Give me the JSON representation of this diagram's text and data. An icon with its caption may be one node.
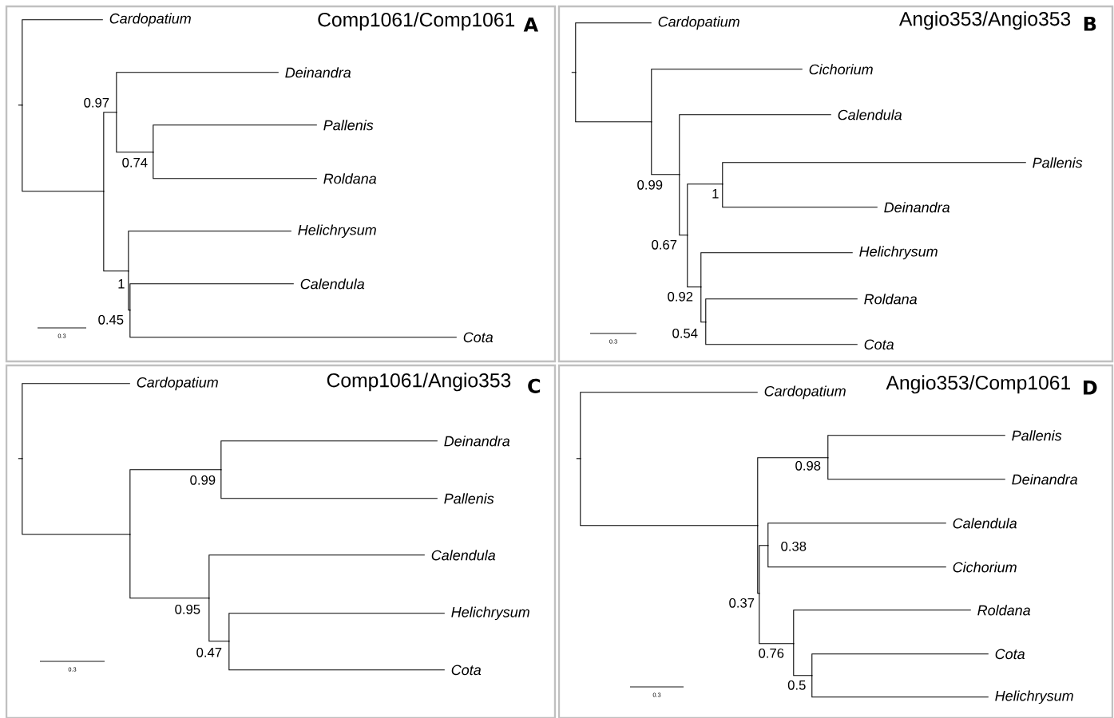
{
  "diagram": {
    "nodes": [
      {
        "text": [
          "Comp1061/Comp1061",
          "A"
        ]
      },
      {
        "text": [],
        "shape": "point",
        "in": 0
      },
      {
        "text": [
          "Cardopatium"
        ],
        "in": 0
      },
      {
        "text": [],
        "shape": "point",
        "in": 0
      },
      {
        "text": [],
        "shape": "point",
        "in": 0,
        "beside": [
          "0.97"
        ]
      },
      {
        "text": [
          "Deinandra"
        ],
        "in": 0
      },
      {
        "text": [],
        "shape": "point",
        "in": 0,
        "beside": [
          "0.74"
        ]
      },
      {
        "text": [
          "Pallenis"
        ],
        "in": 0
      },
      {
        "text": [
          "Roldana"
        ],
        "in": 0
      },
      {
        "text": [],
        "shape": "point",
        "in": 0,
        "beside": [
          "1"
        ]
      },
      {
        "text": [
          "Helichrysum"
        ],
        "in": 0
      },
      {
        "text": [],
        "shape": "point",
        "in": 0,
        "beside": [
          "0.45"
        ]
      },
      {
        "text": [
          "Calendula"
        ],
        "in": 0
      },
      {
        "text": [
          "Cota"
        ],
        "in": 0
      },
      {
        "text": [
          "Angio353/Angio353",
          "B"
        ]
      },
      {
        "text": [],
        "shape": "point",
        "in": 14
      },
      {
        "text": [
          "Cardopatium"
        ],
        "in": 14
      },
      {
        "text": [],
        "shape": "point",
        "in": 14
      },
      {
        "text": [
          "Cichorium"
        ],
        "in": 14
      },
      {
        "text": [],
        "shape": "point",
        "in": 14,
        "beside": [
          "0.99"
        ]
      },
      {
        "text": [
          "Calendula"
        ],
        "in": 14
      },
      {
        "text": [],
        "shape": "point",
        "in": 14,
        "beside": [
          "0.67"
        ]
      },
      {
        "text": [],
        "shape": "point",
        "in": 14,
        "beside": [
          "1"
        ]
      },
      {
        "text": [
          "Pallenis"
        ],
        "in": 14
      },
      {
        "text": [
          "Deinandra"
        ],
        "in": 14
      },
      {
        "text": [],
        "shape": "point",
        "in": 14,
        "beside": [
          "0.92"
        ]
      },
      {
        "text": [
          "Helichrysum"
        ],
        "in": 14
      },
      {
        "text": [],
        "shape": "point",
        "in": 14,
        "beside": [
          "0.54"
        ]
      },
      {
        "text": [
          "Roldana"
        ],
        "in": 14
      },
      {
        "text": [
          "Cota"
        ],
        "in": 14
      },
      {
        "text": [
          "Comp1061/Angio353",
          "C"
        ]
      },
      {
        "text": [],
        "shape": "point",
        "in": 30
      },
      {
        "text": [
          "Cardopatium"
        ],
        "in": 30
      },
      {
        "text": [],
        "shape": "point",
        "in": 30
      },
      {
        "text": [],
        "shape": "point",
        "in": 30,
        "beside": [
          "0.99"
        ]
      },
      {
        "text": [
          "Deinandra"
        ],
        "in": 30
      },
      {
        "text": [
          "Pallenis"
        ],
        "in": 30
      },
      {
        "text": [],
        "shape": "point",
        "in": 30,
        "beside": [
          "0.95"
        ]
      },
      {
        "text": [
          "Calendula"
        ],
        "in": 30
      },
      {
        "text": [],
        "shape": "point",
        "in": 30,
        "beside": [
          "0.47"
        ]
      },
      {
        "text": [
          "Helichrysum"
        ],
        "in": 30
      },
      {
        "text": [
          "Cota"
        ],
        "in": 30
      },
      {
        "text": [
          "Angio353/Comp1061",
          "D"
        ]
      },
      {
        "text": [],
        "shape": "point",
        "in": 42
      },
      {
        "text": [
          "Cardopatium"
        ],
        "in": 42
      },
      {
        "text": [],
        "shape": "point",
        "in": 42
      },
      {
        "text": [],
        "shape": "point",
        "in": 42,
        "beside": [
          "0.98"
        ]
      },
      {
        "text": [
          "Pallenis"
        ],
        "in": 42
      },
      {
        "text": [
          "Deinandra"
        ],
        "in": 42
      },
      {
        "text": [],
        "shape": "point",
        "in": 42,
        "beside": [
          "0.37"
        ]
      },
      {
        "text": [],
        "shape": "point",
        "in": 42,
        "beside": [
          "0.38"
        ]
      },
      {
        "text": [
          "Calendula"
        ],
        "in": 42
      },
      {
        "text": [
          "Cichorium"
        ],
        "in": 42
      },
      {
        "text": [],
        "shape": "point",
        "in": 42,
        "beside": [
          "0.76"
        ]
      },
      {
        "text": [
          "Roldana"
        ],
        "in": 42
      },
      {
        "text": [],
        "shape": "point",
        "in": 42,
        "beside": [
          "0.5"
        ]
      },
      {
        "text": [
          "Cota"
        ],
        "in": 42
      },
      {
        "text": [
          "Helichrysum"
        ],
        "in": 42
      }
    ],
    "edges": [
      {
        "from": 1,
        "to": 2,
        "arrow": "none"
      },
      {
        "from": 1,
        "to": 3,
        "arrow": "none"
      },
      {
        "from": 3,
        "to": 4,
        "arrow": "none"
      },
      {
        "from": 4,
        "to": 5,
        "arrow": "none"
      },
      {
        "from": 4,
        "to": 6,
        "arrow": "none"
      },
      {
        "from": 6,
        "to": 7,
        "arrow": "none"
      },
      {
        "from": 6,
        "to": 8,
        "arrow": "none"
      },
      {
        "from": 3,
        "to": 9,
        "arrow": "none"
      },
      {
        "from": 9,
        "to": 10,
        "arrow": "none"
      },
      {
        "from": 9,
        "to": 11,
        "arrow": "none"
      },
      {
        "from": 11,
        "to": 12,
        "arrow": "none"
      },
      {
        "from": 11,
        "to": 13,
        "arrow": "none"
      },
      {
        "from": 15,
        "to": 16,
        "arrow": "none"
      },
      {
        "from": 15,
        "to": 17,
        "arrow": "none"
      },
      {
        "from": 17,
        "to": 18,
        "arrow": "none"
      },
      {
        "from": 17,
        "to": 19,
        "arrow": "none"
      },
      {
        "from": 19,
        "to": 20,
        "arrow": "none"
      },
      {
        "from": 19,
        "to": 21,
        "arrow": "none"
      },
      {
        "from": 21,
        "to": 22,
        "arrow": "none"
      },
      {
        "from": 22,
        "to": 23,
        "arrow": "none"
      },
      {
        "from": 22,
        "to": 24,
        "arrow": "none"
      },
      {
        "from": 21,
        "to": 25,
        "arrow": "none"
      },
      {
        "from": 25,
        "to": 26,
        "arrow": "none"
      },
      {
        "from": 25,
        "to": 27,
        "arrow": "none"
      },
      {
        "from": 27,
        "to": 28,
        "arrow": "none"
      },
      {
        "from": 27,
        "to": 29,
        "arrow": "none"
      },
      {
        "from": 31,
        "to": 32,
        "arrow": "none"
      },
      {
        "from": 31,
        "to": 33,
        "arrow": "none"
      },
      {
        "from": 33,
        "to": 34,
        "arrow": "none"
      },
      {
        "from": 34,
        "to": 35,
        "arrow": "none"
      },
      {
        "from": 34,
        "to": 36,
        "arrow": "none"
      },
      {
        "from": 33,
        "to": 37,
        "arrow": "none"
      },
      {
        "from": 37,
        "to": 38,
        "arrow": "none"
      },
      {
        "from": 37,
        "to": 39,
        "arrow": "none"
      },
      {
        "from": 39,
        "to": 40,
        "arrow": "none"
      },
      {
        "from": 39,
        "to": 41,
        "arrow": "none"
      },
      {
        "from": 43,
        "to": 44,
        "arrow": "none"
      },
      {
        "from": 43,
        "to": 45,
        "arrow": "none"
      },
      {
        "from": 45,
        "to": 46,
        "arrow": "none"
      },
      {
        "from": 46,
        "to": 47,
        "arrow": "none"
      },
      {
        "from": 46,
        "to": 48,
        "arrow": "none"
      },
      {
        "from": 45,
        "to": 49,
        "arrow": "none"
      },
      {
        "from": 49,
        "to": 50,
        "arrow": "none"
      },
      {
        "from": 50,
        "to": 51,
        "arrow": "none"
      },
      {
        "from": 50,
        "to": 52,
        "arrow": "none"
      },
      {
        "from": 49,
        "to": 53,
        "arrow": "none"
      },
      {
        "from": 53,
        "to": 54,
        "arrow": "none"
      },
      {
        "from": 53,
        "to": 55,
        "arrow": "none"
      },
      {
        "from": 55,
        "to": 56,
        "arrow": "none"
      },
      {
        "from": 55,
        "to": 57,
        "arrow": "none"
      }
    ],
    "labels": [
      "0.3",
      "0.3",
      "0.3",
      "0.3"
    ]
  }
}
